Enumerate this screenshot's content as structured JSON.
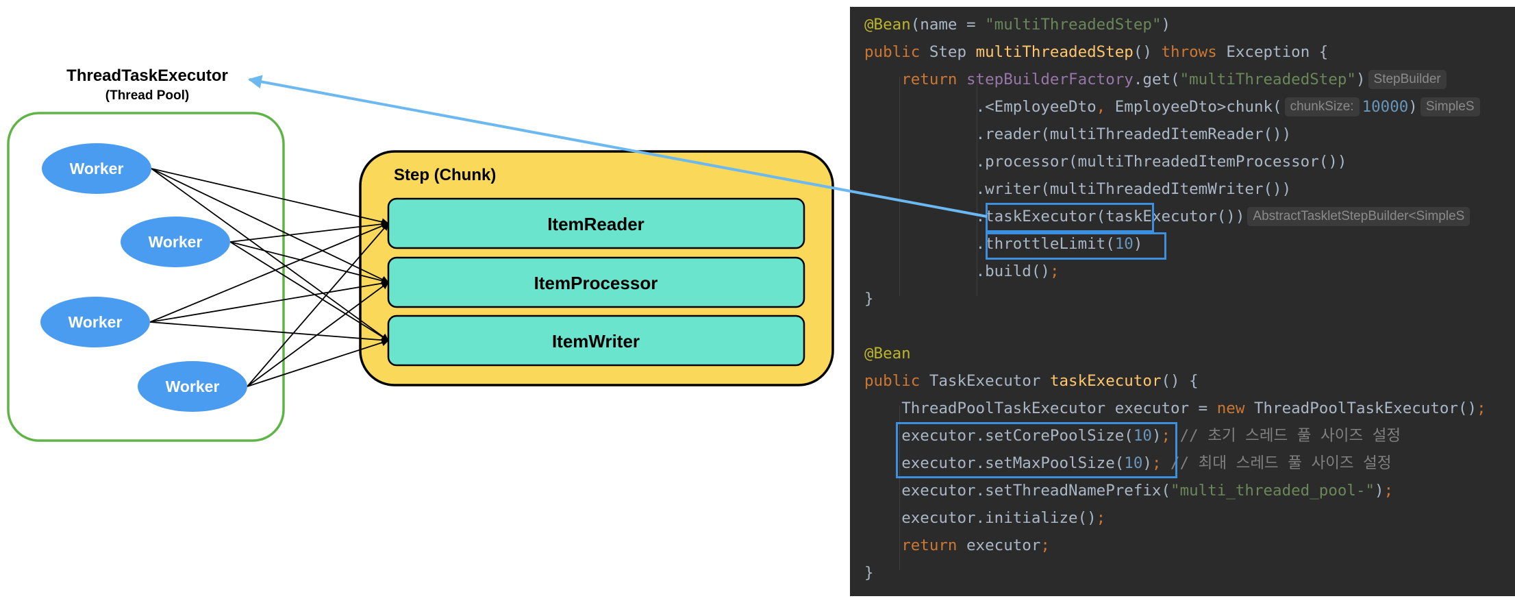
{
  "diagram": {
    "pool_title": "ThreadTaskExecutor",
    "pool_subtitle": "(Thread Pool)",
    "workers": [
      "Worker",
      "Worker",
      "Worker",
      "Worker"
    ],
    "step_title": "Step (Chunk)",
    "components": [
      "ItemReader",
      "ItemProcessor",
      "ItemWriter"
    ]
  },
  "code": {
    "l1": {
      "ann": "@Bean",
      "a": "(name = ",
      "b": "\"multiThreadedStep\"",
      "c": ")"
    },
    "l2": {
      "k1": "public",
      "a": " Step ",
      "fn": "multiThreadedStep",
      "b": "() ",
      "k2": "throws",
      "c": " Exception {"
    },
    "l3": {
      "k": "return",
      "fld": "stepBuilderFactory",
      "a": ".get(",
      "str": "\"multiThreadedStep\"",
      "b": ")",
      "hint": "StepBuilder"
    },
    "l4": {
      "a": ".<EmployeeDto",
      "comma": ",",
      "b": " EmployeeDto>chunk(",
      "hint": "chunkSize:",
      "num": "10000",
      "c": ")",
      "hint2": "SimpleS"
    },
    "l5": {
      "a": ".reader(multiThreadedItemReader())"
    },
    "l6": {
      "a": ".processor(multiThreadedItemProcessor())"
    },
    "l7": {
      "a": ".writer(multiThreadedItemWriter())"
    },
    "l8": {
      "a": ".taskExecutor(taskExecutor())",
      "hint": "AbstractTaskletStepBuilder<SimpleS"
    },
    "l9": {
      "a": ".throttleLimit(",
      "num": "10",
      "b": ")"
    },
    "l10": {
      "a": ".build()",
      "semi": ";"
    },
    "l11": {
      "a": "}"
    },
    "l13": {
      "ann": "@Bean"
    },
    "l14": {
      "k": "public",
      "a": " TaskExecutor ",
      "fn": "taskExecutor",
      "b": "() {"
    },
    "l15": {
      "a": "ThreadPoolTaskExecutor executor = ",
      "k": "new",
      "b": " ThreadPoolTaskExecutor()",
      "semi": ";"
    },
    "l16": {
      "a": "executor.setCorePoolSize(",
      "num": "10",
      "b": ")",
      "semi": ";",
      "cmt": " // 초기 스레드 풀 사이즈 설정"
    },
    "l17": {
      "a": "executor.setMaxPoolSize(",
      "num": "10",
      "b": ")",
      "semi": ";",
      "cmt": " // 최대 스레드 풀 사이즈 설정"
    },
    "l18": {
      "a": "executor.setThreadNamePrefix(",
      "str": "\"multi_threaded_pool-\"",
      "b": ")",
      "semi": ";"
    },
    "l19": {
      "a": "executor.initialize()",
      "semi": ";"
    },
    "l20": {
      "k": "return",
      "a": " executor",
      "semi": ";"
    },
    "l21": {
      "a": "}"
    }
  }
}
